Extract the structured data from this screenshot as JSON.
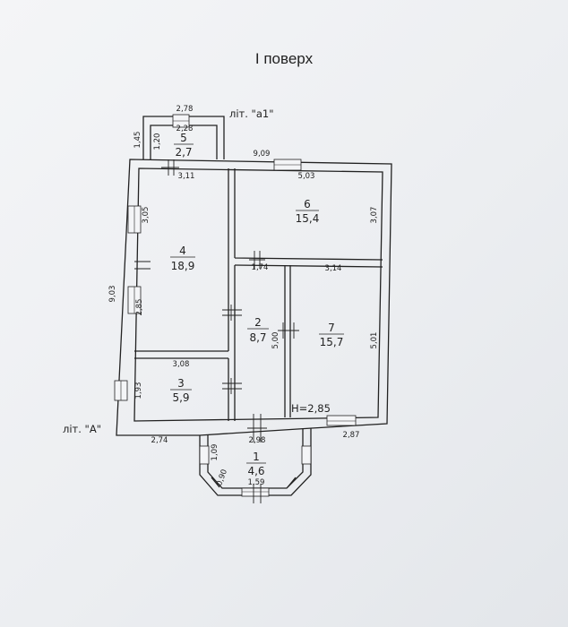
{
  "title": "І поверх",
  "labels": {
    "lit_a1": "літ. \"а1\"",
    "lit_a": "літ. \"А\"",
    "height": "H=2,85"
  },
  "rooms": [
    {
      "num": "1",
      "area": "4,6"
    },
    {
      "num": "2",
      "area": "8,7"
    },
    {
      "num": "3",
      "area": "5,9"
    },
    {
      "num": "4",
      "area": "18,9"
    },
    {
      "num": "5",
      "area": "2,7"
    },
    {
      "num": "6",
      "area": "15,4"
    },
    {
      "num": "7",
      "area": "15,7"
    }
  ],
  "dims": {
    "d278": "2,78",
    "d228": "2,28",
    "d145": "1,45",
    "d120": "1,20",
    "d909": "9,09",
    "d503": "5,03",
    "d311": "3,11",
    "d305": "3,05",
    "d307": "3,07",
    "d903": "9,03",
    "d174": "1,74",
    "d314": "3,14",
    "d285": "2,85",
    "d500": "5,00",
    "d501": "5,01",
    "d308": "3,08",
    "d193": "1,93",
    "d274": "2,74",
    "d298": "2,98",
    "d287": "2,87",
    "d109": "1,09",
    "d090": "0,90",
    "d159": "1,59"
  }
}
